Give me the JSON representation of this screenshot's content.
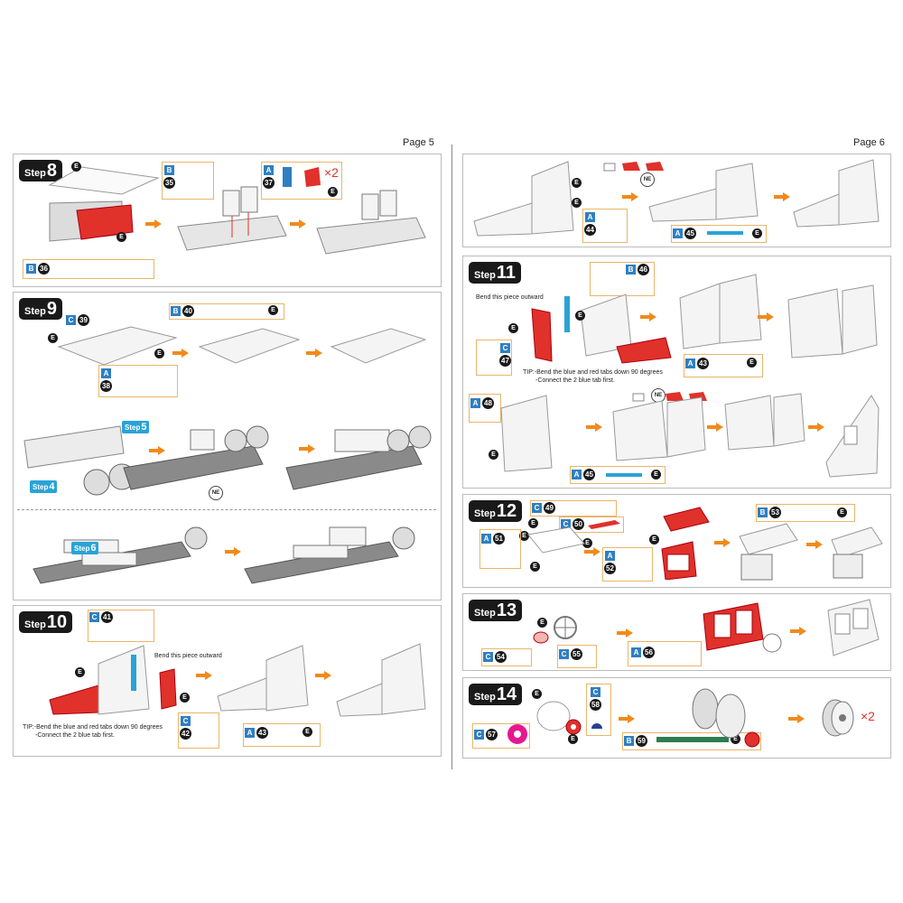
{
  "pages": {
    "left": "Page 5",
    "right": "Page 6"
  },
  "step_word": "Step",
  "steps": {
    "s8": "8",
    "s9": "9",
    "s10": "10",
    "s11": "11",
    "s12": "12",
    "s13": "13",
    "s14": "14"
  },
  "sub_steps": {
    "a": "5",
    "b": "4",
    "c": "6"
  },
  "sheets": {
    "a": "A",
    "b": "B",
    "c": "C"
  },
  "markers": {
    "e": "E",
    "ne": "NE"
  },
  "parts": {
    "p35": "35",
    "p36": "36",
    "p37": "37",
    "p38": "38",
    "p39": "39",
    "p40": "40",
    "p41": "41",
    "p42": "42",
    "p43": "43",
    "p44": "44",
    "p45": "45",
    "p46": "46",
    "p47": "47",
    "p48": "48",
    "p49": "49",
    "p50": "50",
    "p51": "51",
    "p52": "52",
    "p53": "53",
    "p54": "54",
    "p55": "55",
    "p56": "56",
    "p57": "57",
    "p58": "58",
    "p59": "59"
  },
  "multiplier": "×2",
  "texts": {
    "bend": "Bend this piece outward",
    "tip_line1": "TIP:-Bend the blue and red tabs down 90 degrees",
    "tip_line2": "-Connect the 2 blue tab first."
  },
  "colors": {
    "accent_red": "#e0312a",
    "part_blue": "#2f7fc1",
    "step_tag_blue": "#29a3d6",
    "arrow_orange": "#f08a1c"
  }
}
